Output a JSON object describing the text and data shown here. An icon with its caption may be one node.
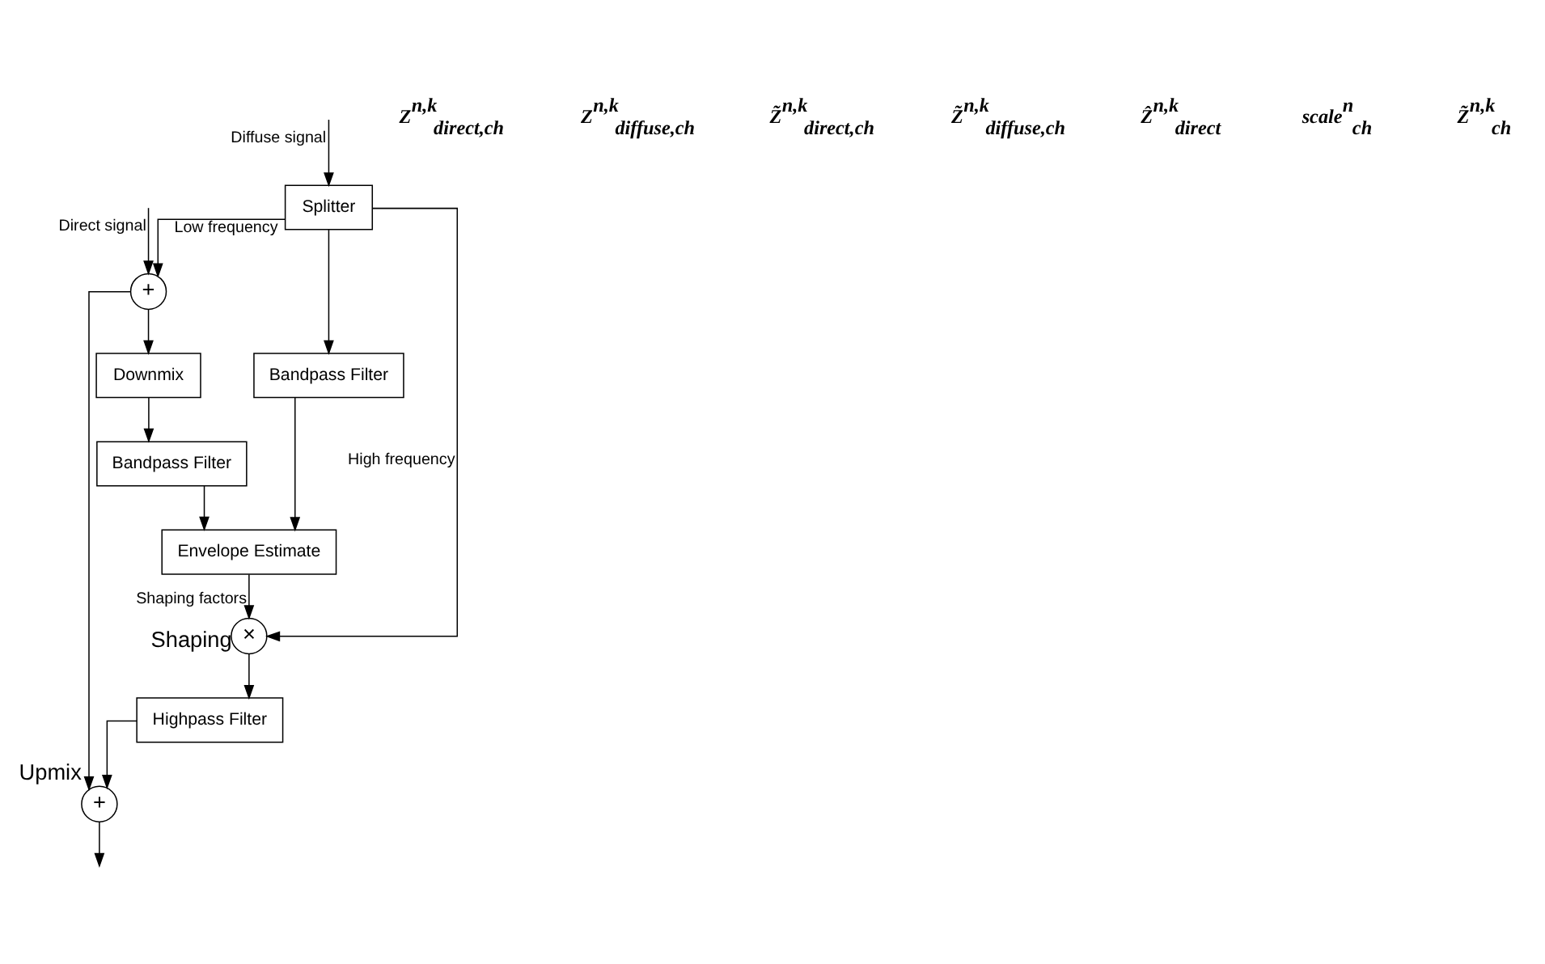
{
  "diagram": {
    "nodes": [
      {
        "text": [
          "+"
        ]
      },
      {
        "text": [
          "Splitter"
        ]
      },
      {
        "text": [
          "Downmix"
        ]
      },
      {
        "text": [
          "Bandpass Filter"
        ]
      },
      {
        "text": [
          "Bandpass Filter"
        ]
      },
      {
        "text": [
          "Envelope Estimate"
        ]
      },
      {
        "text": [
          "×"
        ],
        "beside": [
          "Shaping"
        ]
      },
      {
        "text": [
          "Highpass Filter"
        ]
      },
      {
        "text": [
          "+"
        ],
        "beside": [
          "Upmix"
        ]
      }
    ],
    "edges": [
      {
        "from": null,
        "to": 0,
        "arrow": "to",
        "label": "Direct signal"
      },
      {
        "from": null,
        "to": 1,
        "arrow": "to",
        "label": "Diffuse signal"
      },
      {
        "from": 1,
        "to": 0,
        "arrow": "to",
        "label": "Low frequency"
      },
      {
        "from": 0,
        "to": 8,
        "arrow": "to"
      },
      {
        "from": 0,
        "to": 2,
        "arrow": "to"
      },
      {
        "from": 2,
        "to": 3,
        "arrow": "to"
      },
      {
        "from": 1,
        "to": 4,
        "arrow": "to"
      },
      {
        "from": 3,
        "to": 5,
        "arrow": "to"
      },
      {
        "from": 4,
        "to": 5,
        "arrow": "to"
      },
      {
        "from": 1,
        "to": 6,
        "arrow": "to",
        "label": "High frequency"
      },
      {
        "from": 5,
        "to": 6,
        "arrow": "to",
        "label": "Shaping factors"
      },
      {
        "from": 6,
        "to": 7,
        "arrow": "to"
      },
      {
        "from": 7,
        "to": 8,
        "arrow": "to"
      },
      {
        "from": 8,
        "to": null,
        "arrow": "to"
      }
    ],
    "labels": [
      "Z$^{n,k}$$_{direct,ch}$",
      "Z$^{n,k}$$_{diffuse,ch}$",
      "Z̃$^{n,k}$$_{direct,ch}$",
      "Z̃$^{n,k}$$_{diffuse,ch}$",
      "Ẑ$^{n,k}$$_{direct}$",
      "scale$^{n}$$_{ch}$",
      "Z̃$^{n,k}$$_{ch}$"
    ]
  }
}
